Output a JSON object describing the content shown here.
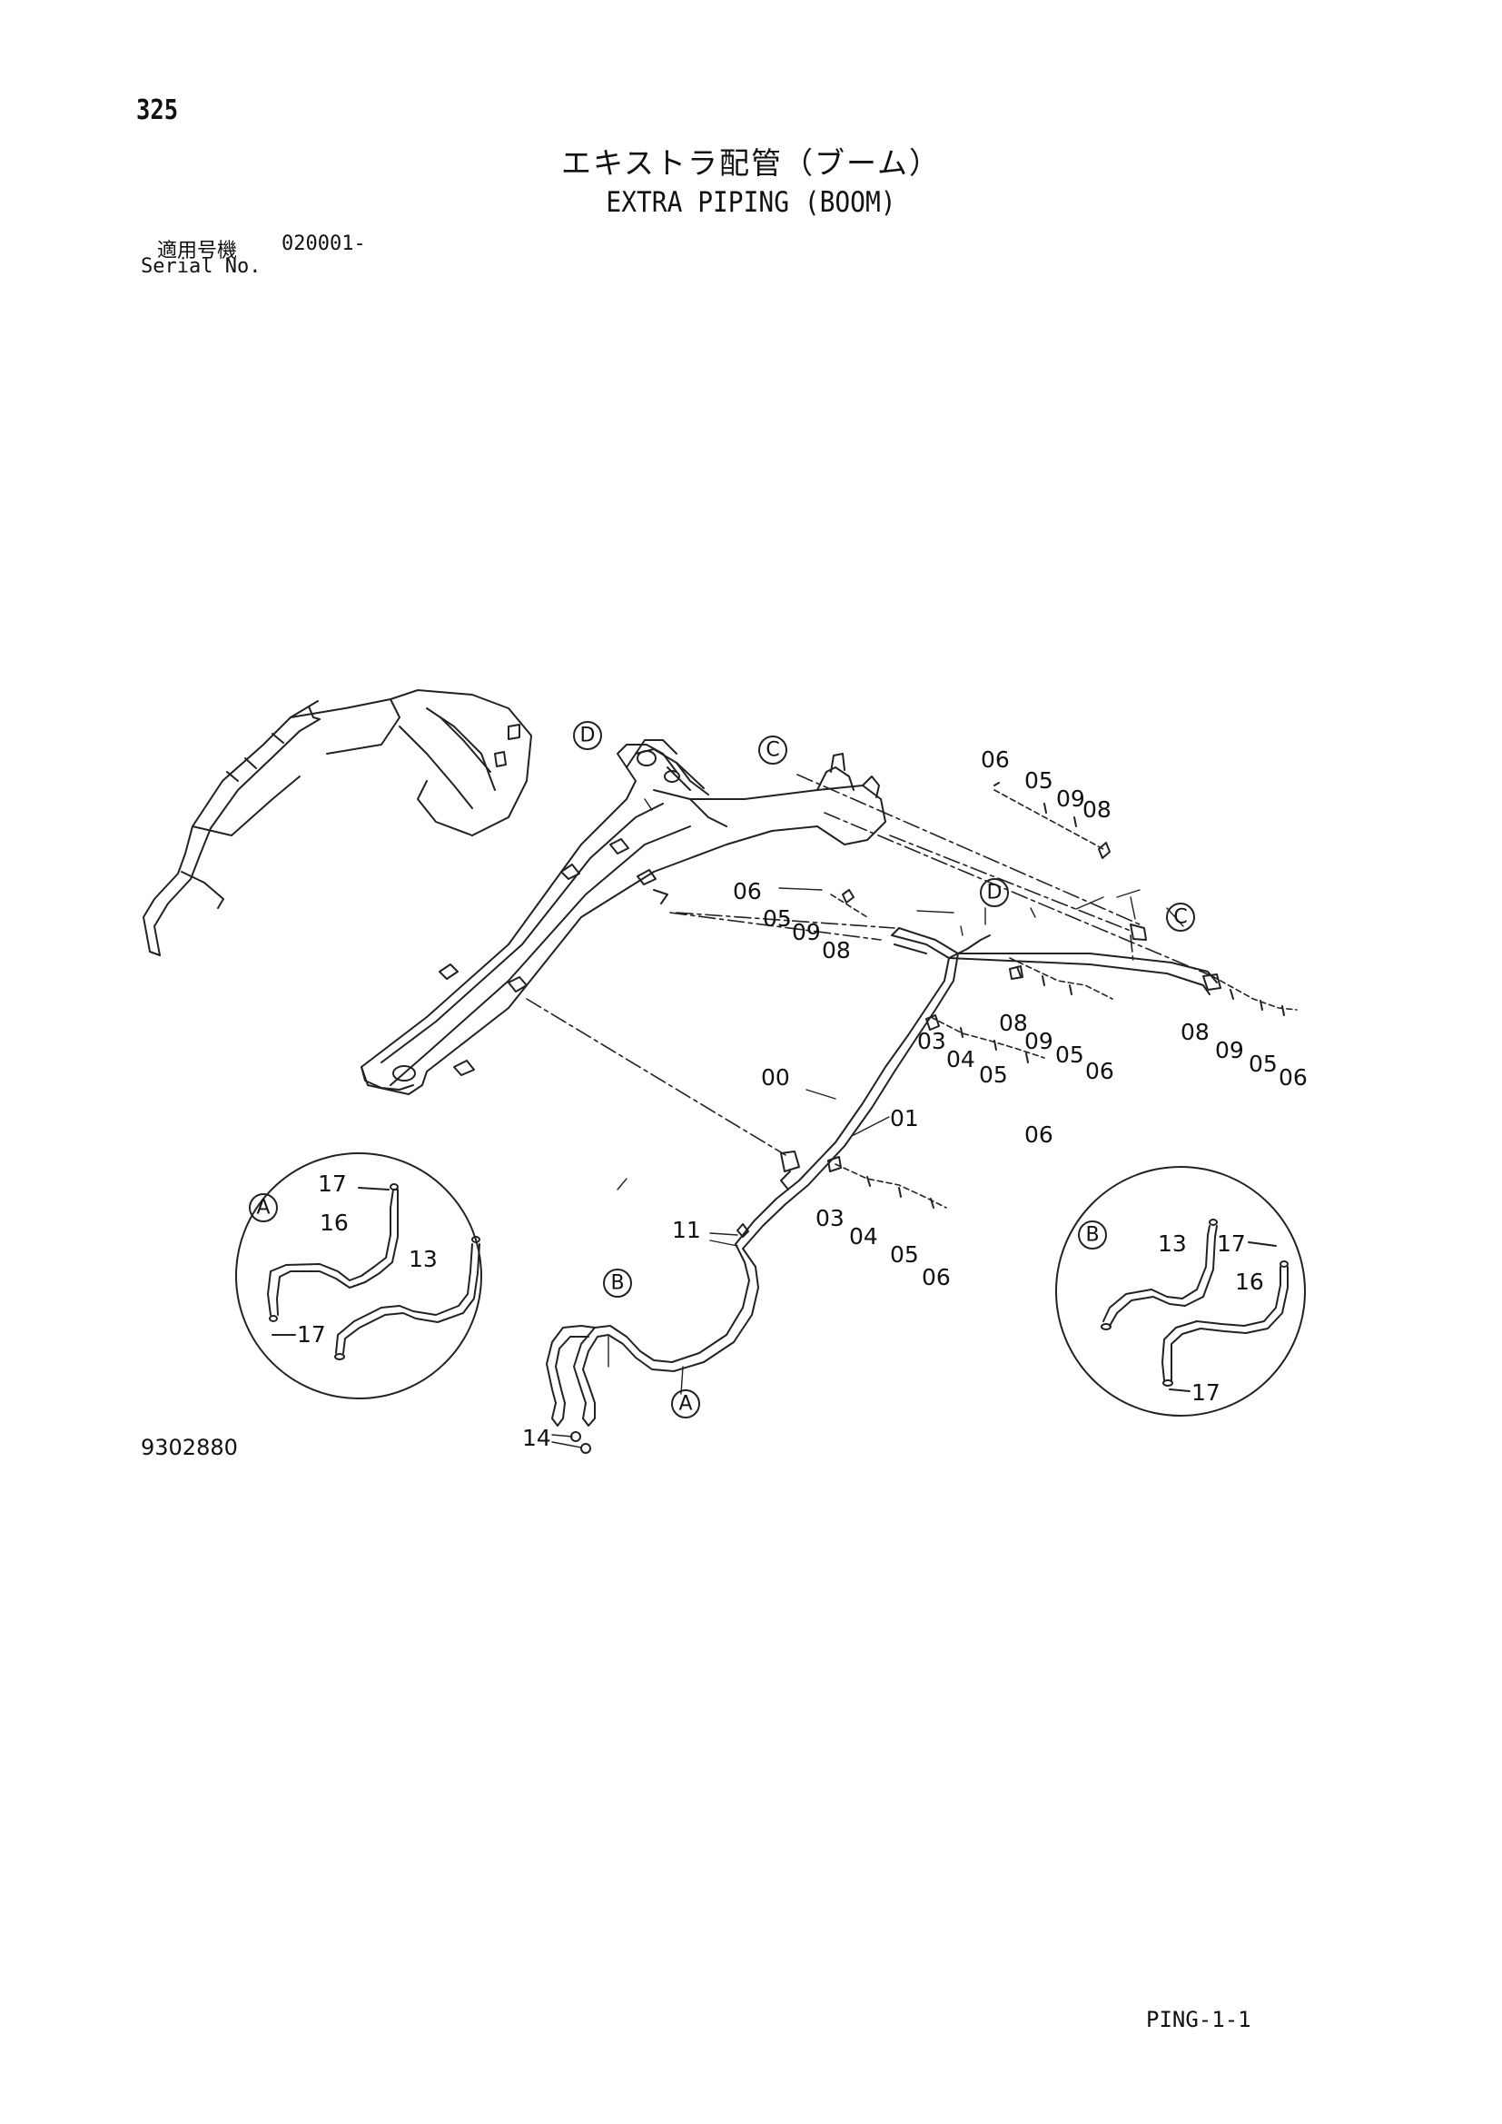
{
  "header": {
    "page_number": "325",
    "title_jp": "エキストラ配管（ブーム）",
    "title_en": "EXTRA PIPING (BOOM)",
    "serial_label_jp": "適用号機",
    "serial_value": "020001-",
    "serial_label_en": "Serial No."
  },
  "footer": {
    "figure_code": "9302880",
    "page_code": "PING-1-1"
  },
  "callouts": {
    "a": "A",
    "b": "B",
    "c": "C",
    "d": "D"
  },
  "parts": {
    "p00": "00",
    "p01": "01",
    "p03": "03",
    "p04": "04",
    "p05": "05",
    "p06": "06",
    "p08": "08",
    "p09": "09",
    "p11": "11",
    "p13": "13",
    "p14": "14",
    "p16": "16",
    "p17": "17"
  }
}
